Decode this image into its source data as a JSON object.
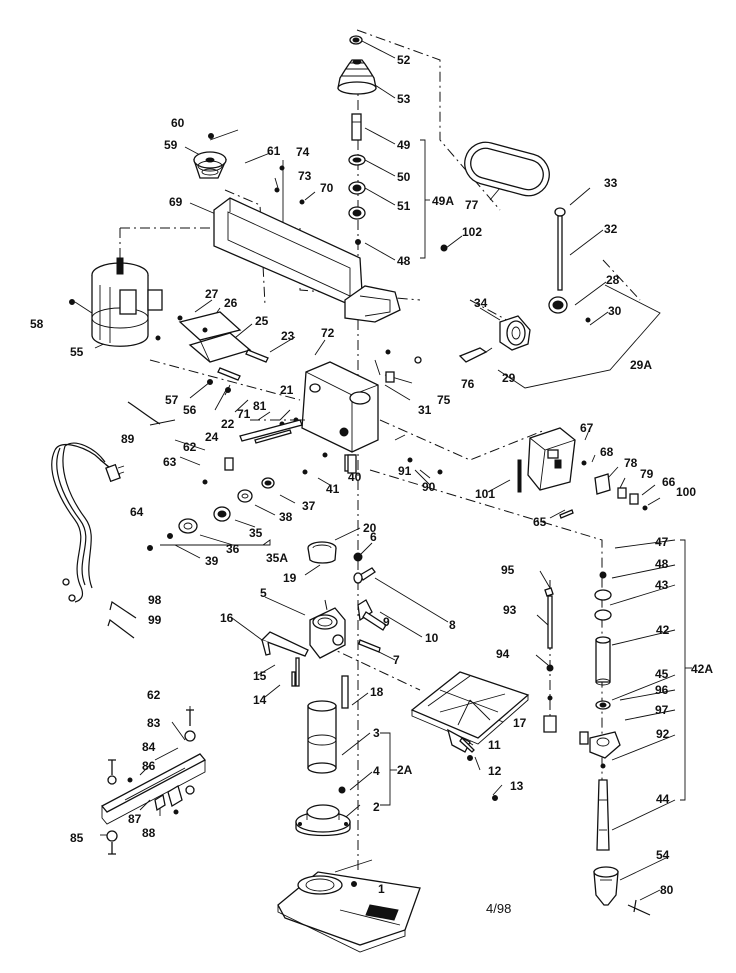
{
  "diagram": {
    "date_code": "4/98",
    "callouts": [
      {
        "id": "c1",
        "text": "1"
      },
      {
        "id": "c2",
        "text": "2"
      },
      {
        "id": "c2a",
        "text": "2A"
      },
      {
        "id": "c3",
        "text": "3"
      },
      {
        "id": "c4",
        "text": "4"
      },
      {
        "id": "c5",
        "text": "5"
      },
      {
        "id": "c6",
        "text": "6"
      },
      {
        "id": "c7",
        "text": "7"
      },
      {
        "id": "c8",
        "text": "8"
      },
      {
        "id": "c9",
        "text": "9"
      },
      {
        "id": "c10",
        "text": "10"
      },
      {
        "id": "c11",
        "text": "11"
      },
      {
        "id": "c12",
        "text": "12"
      },
      {
        "id": "c13",
        "text": "13"
      },
      {
        "id": "c14",
        "text": "14"
      },
      {
        "id": "c15",
        "text": "15"
      },
      {
        "id": "c16",
        "text": "16"
      },
      {
        "id": "c17",
        "text": "17"
      },
      {
        "id": "c18",
        "text": "18"
      },
      {
        "id": "c19",
        "text": "19"
      },
      {
        "id": "c20",
        "text": "20"
      },
      {
        "id": "c21",
        "text": "21"
      },
      {
        "id": "c22",
        "text": "22"
      },
      {
        "id": "c23",
        "text": "23"
      },
      {
        "id": "c24",
        "text": "24"
      },
      {
        "id": "c25",
        "text": "25"
      },
      {
        "id": "c26",
        "text": "26"
      },
      {
        "id": "c27",
        "text": "27"
      },
      {
        "id": "c28",
        "text": "28"
      },
      {
        "id": "c29",
        "text": "29"
      },
      {
        "id": "c29a",
        "text": "29A"
      },
      {
        "id": "c30",
        "text": "30"
      },
      {
        "id": "c31",
        "text": "31"
      },
      {
        "id": "c32",
        "text": "32"
      },
      {
        "id": "c33",
        "text": "33"
      },
      {
        "id": "c34",
        "text": "34"
      },
      {
        "id": "c35",
        "text": "35"
      },
      {
        "id": "c35a",
        "text": "35A"
      },
      {
        "id": "c36",
        "text": "36"
      },
      {
        "id": "c37",
        "text": "37"
      },
      {
        "id": "c38",
        "text": "38"
      },
      {
        "id": "c39",
        "text": "39"
      },
      {
        "id": "c40",
        "text": "40"
      },
      {
        "id": "c41",
        "text": "41"
      },
      {
        "id": "c42",
        "text": "42"
      },
      {
        "id": "c42a",
        "text": "42A"
      },
      {
        "id": "c43",
        "text": "43"
      },
      {
        "id": "c44",
        "text": "44"
      },
      {
        "id": "c45",
        "text": "45"
      },
      {
        "id": "c47",
        "text": "47"
      },
      {
        "id": "c48a",
        "text": "48"
      },
      {
        "id": "c48b",
        "text": "48"
      },
      {
        "id": "c49",
        "text": "49"
      },
      {
        "id": "c49a",
        "text": "49A"
      },
      {
        "id": "c50",
        "text": "50"
      },
      {
        "id": "c51",
        "text": "51"
      },
      {
        "id": "c52",
        "text": "52"
      },
      {
        "id": "c53",
        "text": "53"
      },
      {
        "id": "c54",
        "text": "54"
      },
      {
        "id": "c55",
        "text": "55"
      },
      {
        "id": "c56",
        "text": "56"
      },
      {
        "id": "c57",
        "text": "57"
      },
      {
        "id": "c58",
        "text": "58"
      },
      {
        "id": "c59",
        "text": "59"
      },
      {
        "id": "c60",
        "text": "60"
      },
      {
        "id": "c61",
        "text": "61"
      },
      {
        "id": "c62a",
        "text": "62"
      },
      {
        "id": "c62b",
        "text": "62"
      },
      {
        "id": "c63",
        "text": "63"
      },
      {
        "id": "c64",
        "text": "64"
      },
      {
        "id": "c65",
        "text": "65"
      },
      {
        "id": "c66",
        "text": "66"
      },
      {
        "id": "c67",
        "text": "67"
      },
      {
        "id": "c68",
        "text": "68"
      },
      {
        "id": "c69",
        "text": "69"
      },
      {
        "id": "c70",
        "text": "70"
      },
      {
        "id": "c71",
        "text": "71"
      },
      {
        "id": "c72",
        "text": "72"
      },
      {
        "id": "c73",
        "text": "73"
      },
      {
        "id": "c74",
        "text": "74"
      },
      {
        "id": "c75",
        "text": "75"
      },
      {
        "id": "c76",
        "text": "76"
      },
      {
        "id": "c77",
        "text": "77"
      },
      {
        "id": "c78",
        "text": "78"
      },
      {
        "id": "c79",
        "text": "79"
      },
      {
        "id": "c80",
        "text": "80"
      },
      {
        "id": "c81",
        "text": "81"
      },
      {
        "id": "c83",
        "text": "83"
      },
      {
        "id": "c84",
        "text": "84"
      },
      {
        "id": "c85",
        "text": "85"
      },
      {
        "id": "c86",
        "text": "86"
      },
      {
        "id": "c87",
        "text": "87"
      },
      {
        "id": "c88",
        "text": "88"
      },
      {
        "id": "c89",
        "text": "89"
      },
      {
        "id": "c90",
        "text": "90"
      },
      {
        "id": "c91",
        "text": "91"
      },
      {
        "id": "c92",
        "text": "92"
      },
      {
        "id": "c93",
        "text": "93"
      },
      {
        "id": "c94",
        "text": "94"
      },
      {
        "id": "c95",
        "text": "95"
      },
      {
        "id": "c96",
        "text": "96"
      },
      {
        "id": "c97",
        "text": "97"
      },
      {
        "id": "c98",
        "text": "98"
      },
      {
        "id": "c99",
        "text": "99"
      },
      {
        "id": "c100",
        "text": "100"
      },
      {
        "id": "c101",
        "text": "101"
      },
      {
        "id": "c102",
        "text": "102"
      }
    ]
  }
}
